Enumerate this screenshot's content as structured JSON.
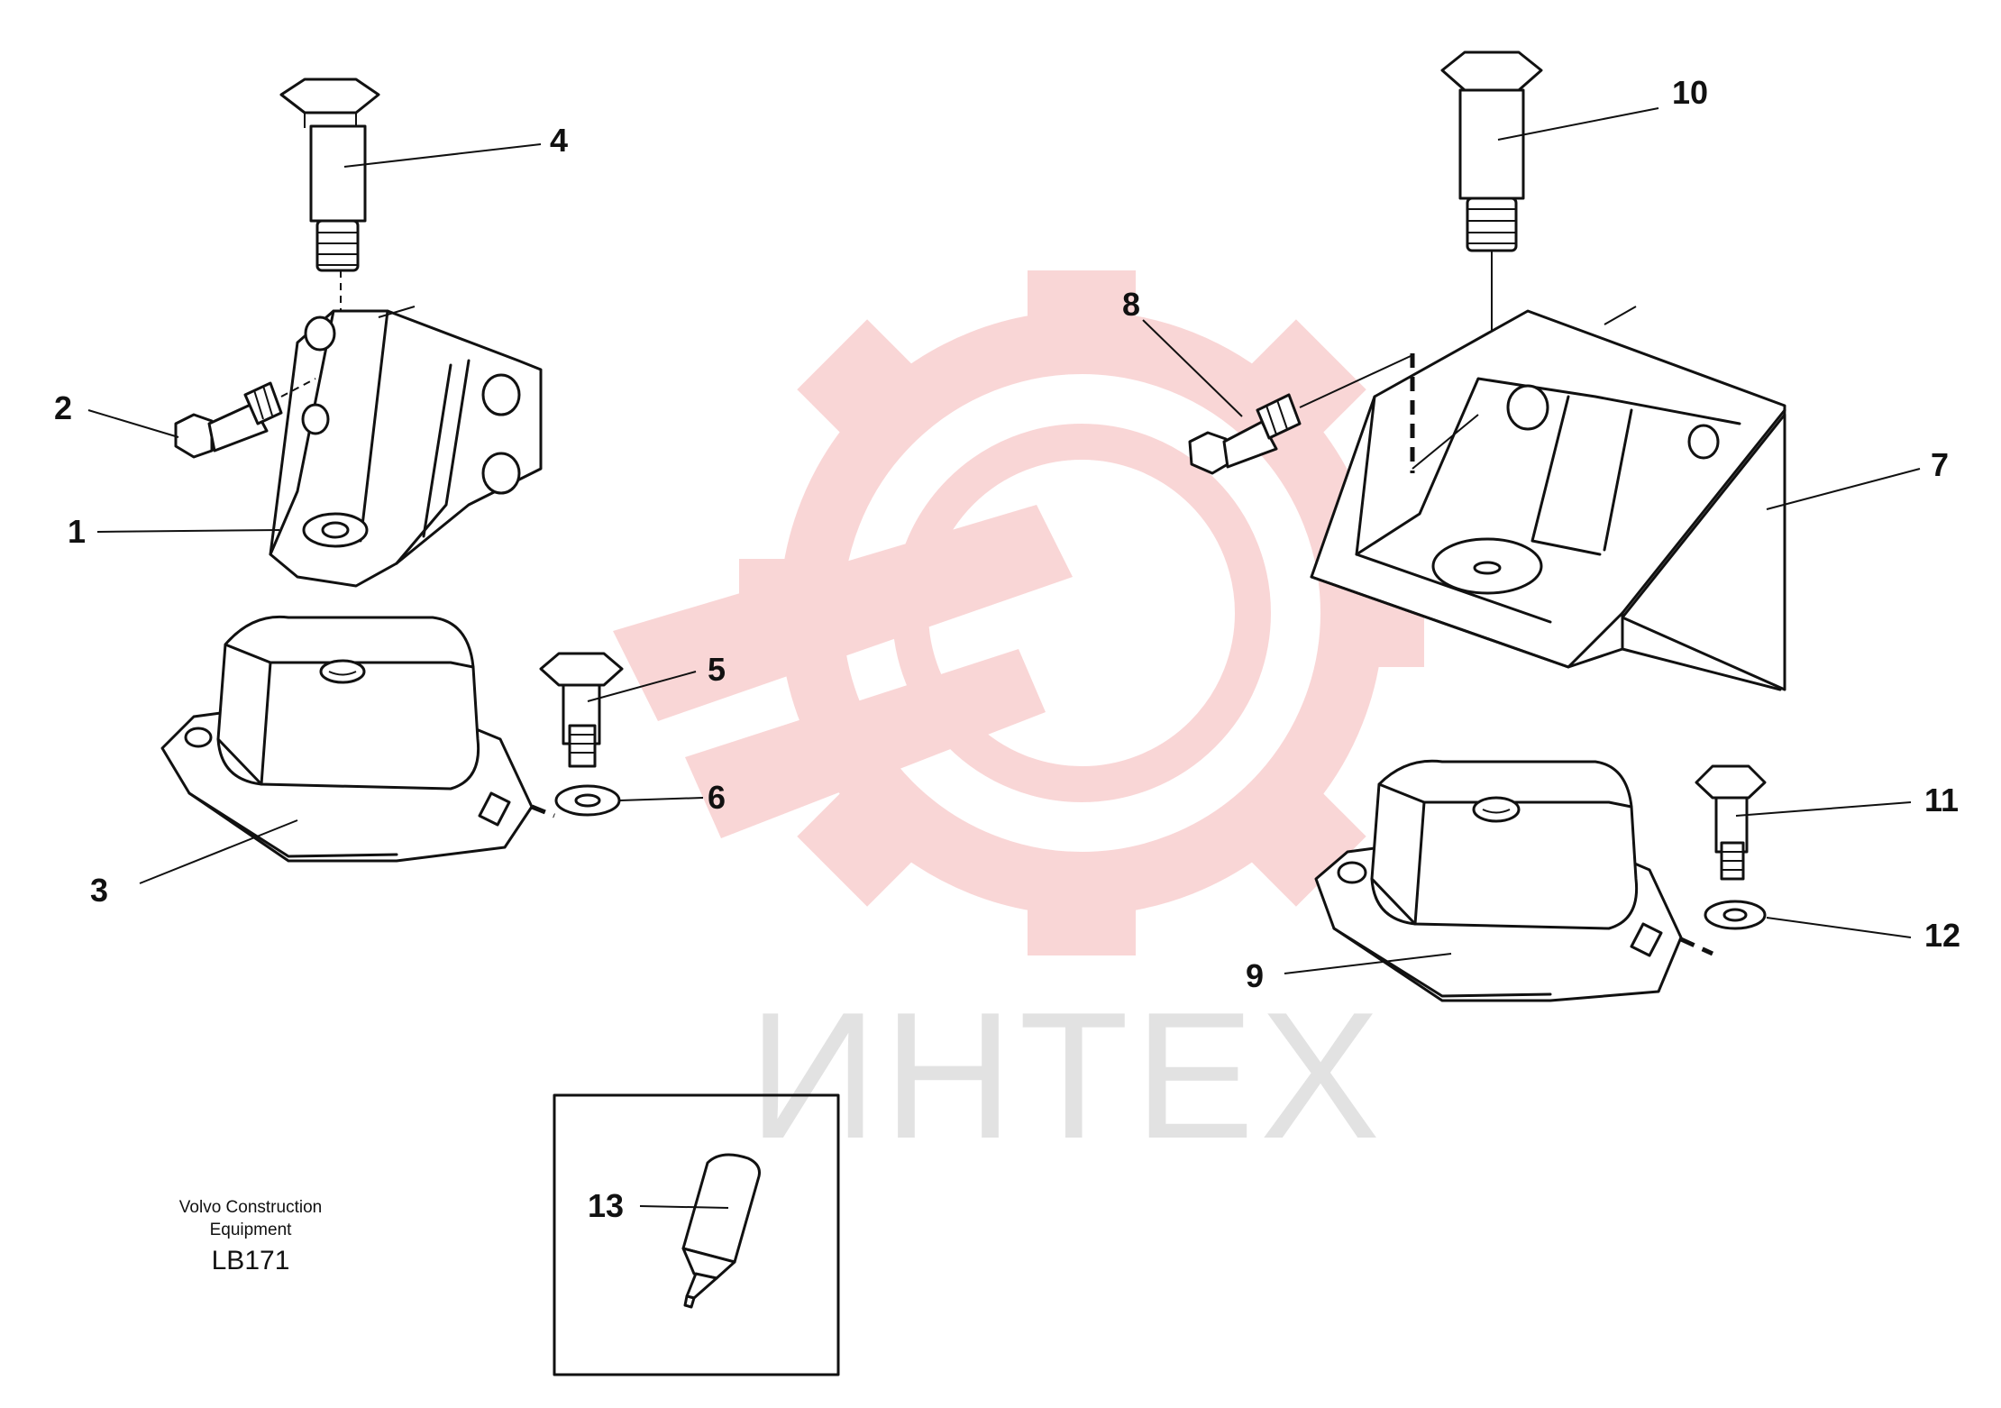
{
  "watermark": {
    "text": "ИНТЕХ",
    "color": "#f5b6b6",
    "text_color": "#e2e2e2"
  },
  "caption": {
    "line1": "Volvo Construction",
    "line2": "Equipment",
    "code": "LB171"
  },
  "callouts": {
    "c1": "1",
    "c2": "2",
    "c3": "3",
    "c4": "4",
    "c5": "5",
    "c6": "6",
    "c7": "7",
    "c8": "8",
    "c9": "9",
    "c10": "10",
    "c11": "11",
    "c12": "12",
    "c13": "13"
  }
}
